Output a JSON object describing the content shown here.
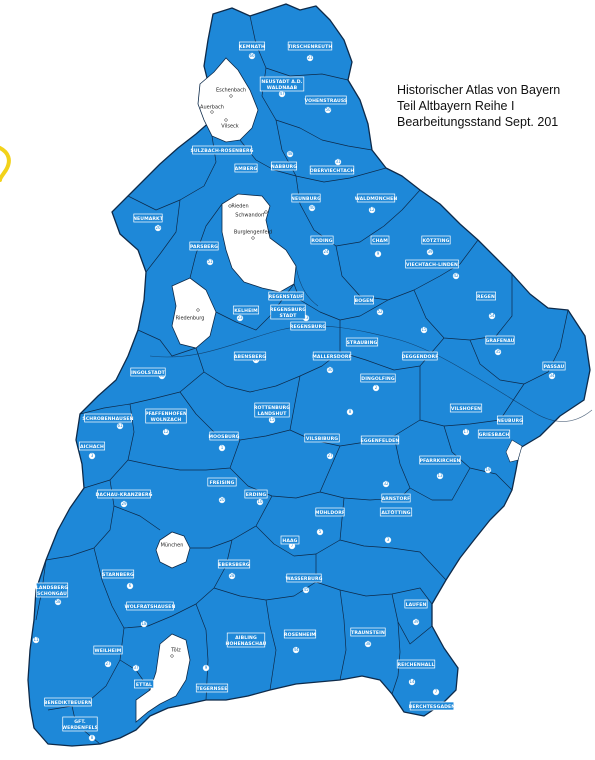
{
  "colors": {
    "region_fill": "#1e88d8",
    "border": "#0d2a4a",
    "white_area": "#ffffff",
    "background": "#ffffff",
    "yellow_stroke": "#f2d21a"
  },
  "title_lines": [
    "Historischer Atlas von Bayern",
    "Teil Altbayern Reihe I",
    "Bearbeitungsstand Sept. 201"
  ],
  "district_labels": [
    "KEMNATH",
    "TIRSCHENREUTH",
    "NEUSTADT A.D. WALDNAAB",
    "VOHENSTRAUSS",
    "SULZBACH-ROSENBERG",
    "AMBERG",
    "NABBURG",
    "OBERVIECHTACH",
    "NEUNBURG",
    "WALDMÜNCHEN",
    "NEUMARKT",
    "PARSBERG",
    "RODING",
    "CHAM",
    "KÖTZTING",
    "VIECHTACH-LINDEN",
    "REGEN",
    "REGENSTAUF",
    "BOGEN",
    "KELHEIM",
    "REGENSBURG STADT",
    "REGENSBURG",
    "STRAUBING",
    "DEGGENDORF",
    "GRAFENAU",
    "PASSAU",
    "ABENSBERG",
    "MALLERSDORF",
    "DINGOLFING",
    "INGOLSTADT",
    "SCHROBENHAUSEN",
    "PFAFFENHOFEN WOLNZACH",
    "ROTTENBURG LANDSHUT",
    "EGGENFELDEN",
    "VILSHOFEN",
    "GRIESBACH",
    "NEUBURG",
    "AICHACH",
    "MOOSBURG",
    "VILSBIBURG",
    "PFARRKIRCHEN",
    "ARNSTORF",
    "DACHAU-KRANZBERG",
    "FREISING",
    "ERDING",
    "MÜHLDORF",
    "ALTÖTTING",
    "HAAG",
    "EBERSBERG",
    "WASSERBURG",
    "LANDSBERG SCHONGAU",
    "STARNBERG",
    "WOLFRATSHAUSEN",
    "ROSENHEIM",
    "TRAUNSTEIN",
    "LAUFEN",
    "AIBLING HOHENASCHAU",
    "WEILHEIM",
    "ETTAL",
    "TEGERNSEE",
    "BENEDIKTBEUERN",
    "GFT. WERDENFELS",
    "REICHENHALL",
    "BERCHTESGADEN"
  ],
  "place_labels": [
    "Eschenbach",
    "Auerbach",
    "Vilseck",
    "Rieden",
    "Schwandorf",
    "Burglengenfeld",
    "Riedenburg",
    "München",
    "Tölz"
  ]
}
